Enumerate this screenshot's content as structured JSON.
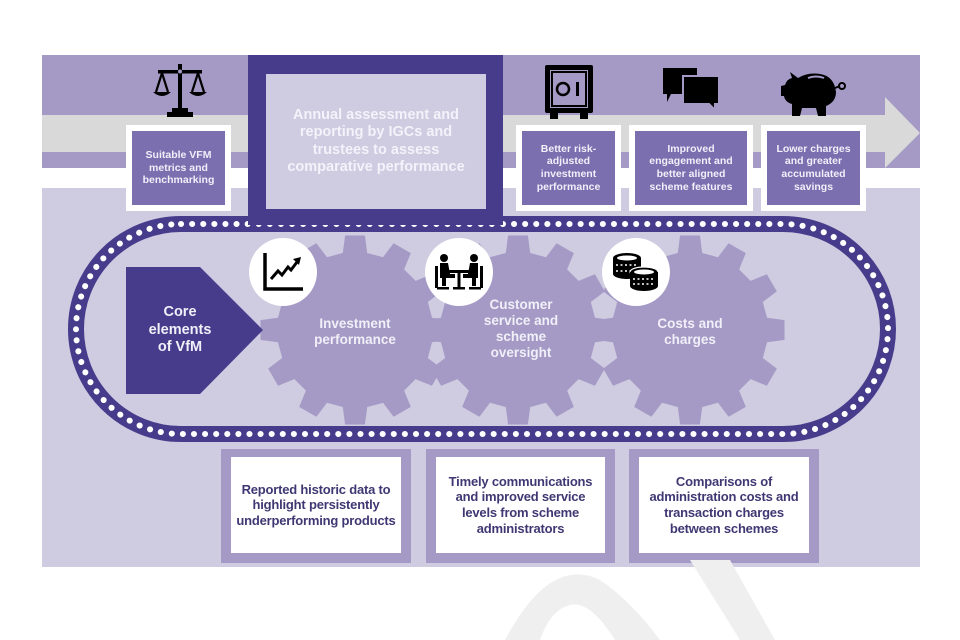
{
  "colors": {
    "band_purple": "#a49ac5",
    "band_gray": "#d9d9d9",
    "panel_lavender": "#cfcbe0",
    "dark_purple": "#473b8c",
    "box_purple": "#7b6fb0",
    "gear_purple": "#a49ac5",
    "text_light": "#f1eff8",
    "text_dark": "#3f3873"
  },
  "central_box": {
    "text": "Annual assessment and reporting by IGCs and trustees to assess comparative performance"
  },
  "top_outcomes": [
    {
      "icon": "scales-icon",
      "text": "Suitable VFM metrics and benchmarking"
    },
    {
      "icon": "safe-icon",
      "text": "Better risk-adjusted investment performance"
    },
    {
      "icon": "speech-bubbles-icon",
      "text": "Improved engagement and better aligned scheme features"
    },
    {
      "icon": "piggy-bank-icon",
      "text": "Lower charges and greater accumulated savings"
    }
  ],
  "core_label": "Core elements of VfM",
  "gears": [
    {
      "icon": "rising-chart-icon",
      "label": "Investment performance"
    },
    {
      "icon": "meeting-icon",
      "label": "Customer service and scheme oversight"
    },
    {
      "icon": "coins-icon",
      "label": "Costs and charges"
    }
  ],
  "bottom_boxes": [
    {
      "text": "Reported historic data to highlight persistently underperforming products"
    },
    {
      "text": "Timely communications and improved service levels from scheme administrators"
    },
    {
      "text": "Comparisons of administration costs and transaction charges between schemes"
    }
  ]
}
